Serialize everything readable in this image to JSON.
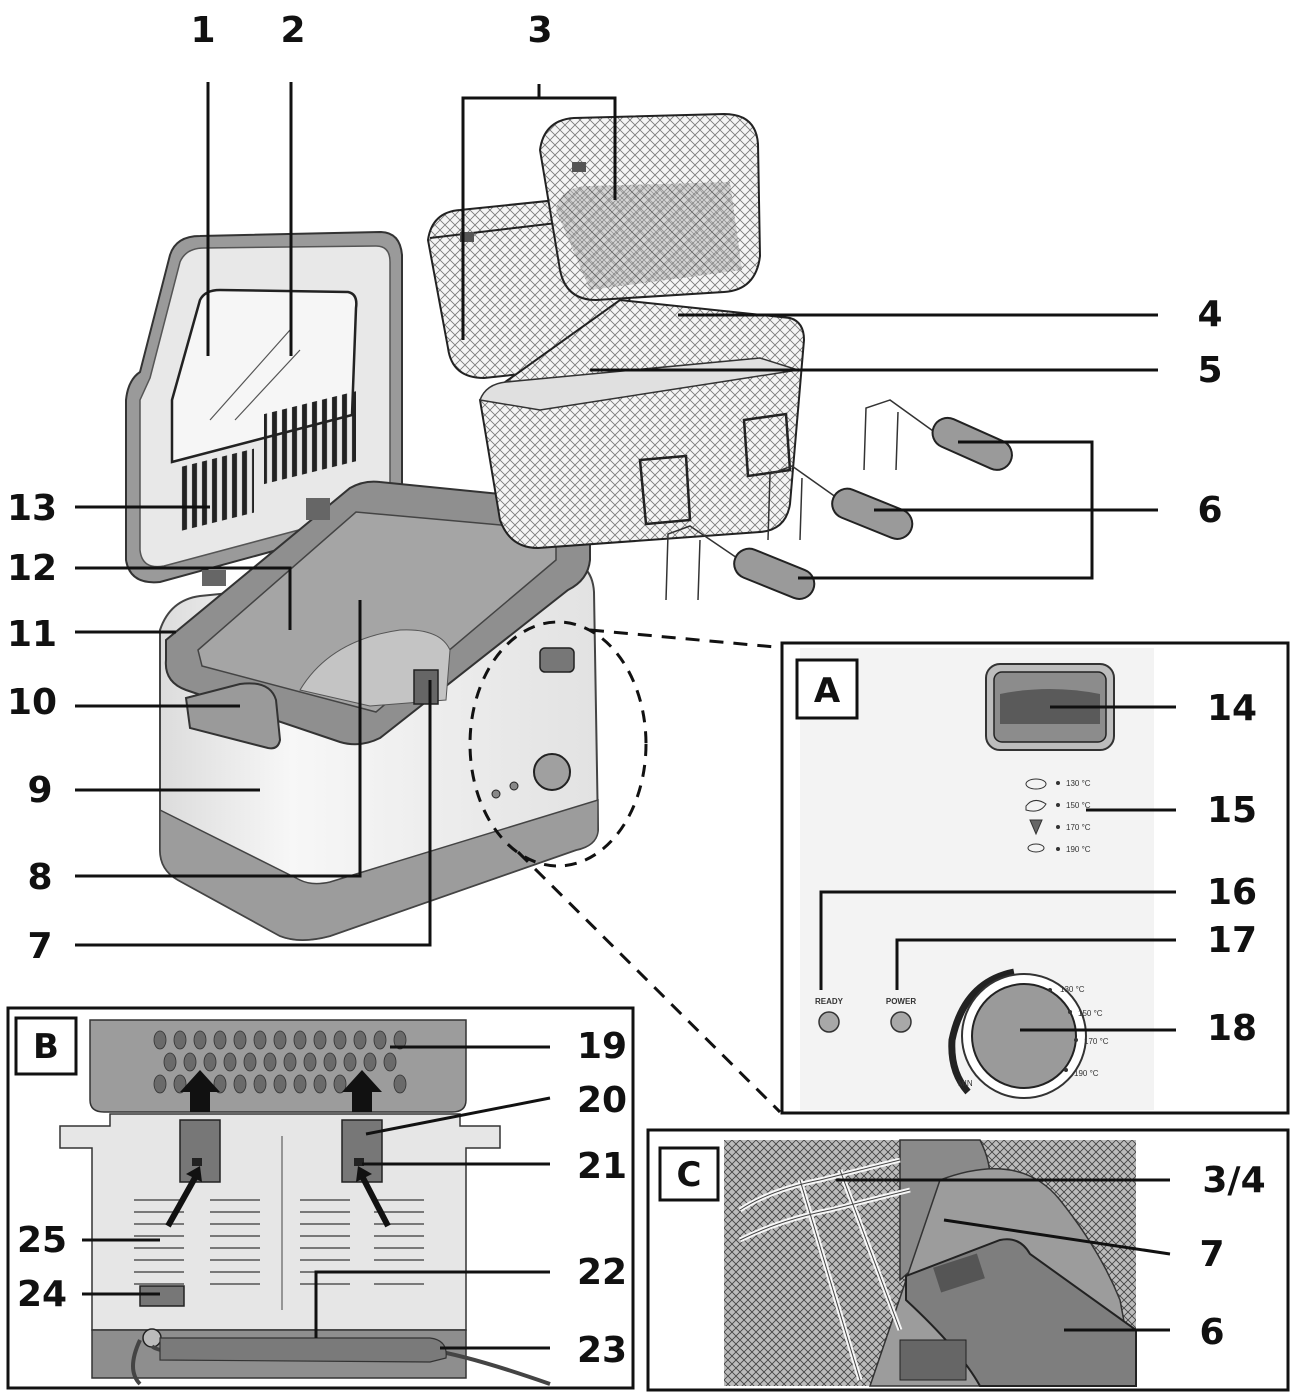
{
  "labels": {
    "n1": "1",
    "n2": "2",
    "n3": "3",
    "n4": "4",
    "n5": "5",
    "n6": "6",
    "n7": "7",
    "n8": "8",
    "n9": "9",
    "n10": "10",
    "n11": "11",
    "n12": "12",
    "n13": "13",
    "n14": "14",
    "n15": "15",
    "n16": "16",
    "n17": "17",
    "n18": "18",
    "n19": "19",
    "n20": "20",
    "n21": "21",
    "n22": "22",
    "n23": "23",
    "n24": "24",
    "n25": "25",
    "c34": "3/4",
    "c7": "7",
    "c6": "6"
  },
  "panels": {
    "a": "A",
    "b": "B",
    "c": "C"
  },
  "panel_a": {
    "temps_right": [
      "130 °C",
      "150 °C",
      "170 °C",
      "190 °C"
    ],
    "dial_temps": [
      "130 °C",
      "150 °C",
      "170 °C",
      "190 °C"
    ],
    "dial_min": "MIN",
    "ready": "READY",
    "power": "POWER"
  },
  "colors": {
    "line": "#111111",
    "gray": "#8a8a8a",
    "light": "#d8d8d8"
  }
}
